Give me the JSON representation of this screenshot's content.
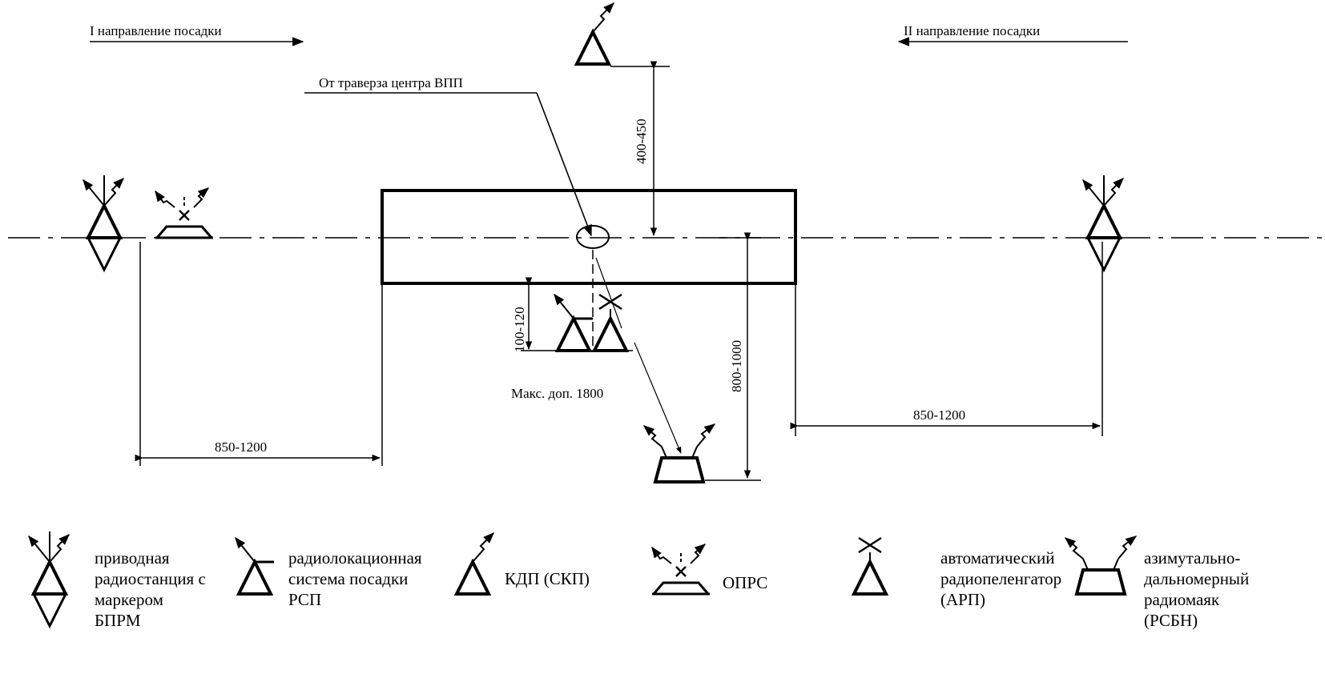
{
  "directions": {
    "first": "I направление посадки",
    "second": "II направление посадки"
  },
  "runway_center_label": "От траверза центра ВПП",
  "dimensions": {
    "kdp_offset": "400-450",
    "rsp_offset": "100-120",
    "rsbn_offset": "800-1000",
    "left_bprm_distance": "850-1200",
    "right_bprm_distance": "850-1200",
    "max_allowed": "Макс. доп. 1800"
  },
  "legend": [
    {
      "icon": "bprm-icon",
      "lines": [
        "приводная",
        "радиостанция с",
        "маркером",
        "БПРМ"
      ]
    },
    {
      "icon": "rsp-icon",
      "lines": [
        "радиолокационная",
        "система посадки",
        "РСП"
      ]
    },
    {
      "icon": "kdp-icon",
      "lines": [
        "КДП (СКП)"
      ]
    },
    {
      "icon": "oprs-icon",
      "lines": [
        "ОПРС"
      ]
    },
    {
      "icon": "arp-icon",
      "lines": [
        "автоматический",
        "радиопеленгатор",
        "(АРП)"
      ]
    },
    {
      "icon": "rsbn-icon",
      "lines": [
        "азимутально-",
        "дальномерный",
        "радиомаяк",
        "(РСБН)"
      ]
    }
  ]
}
